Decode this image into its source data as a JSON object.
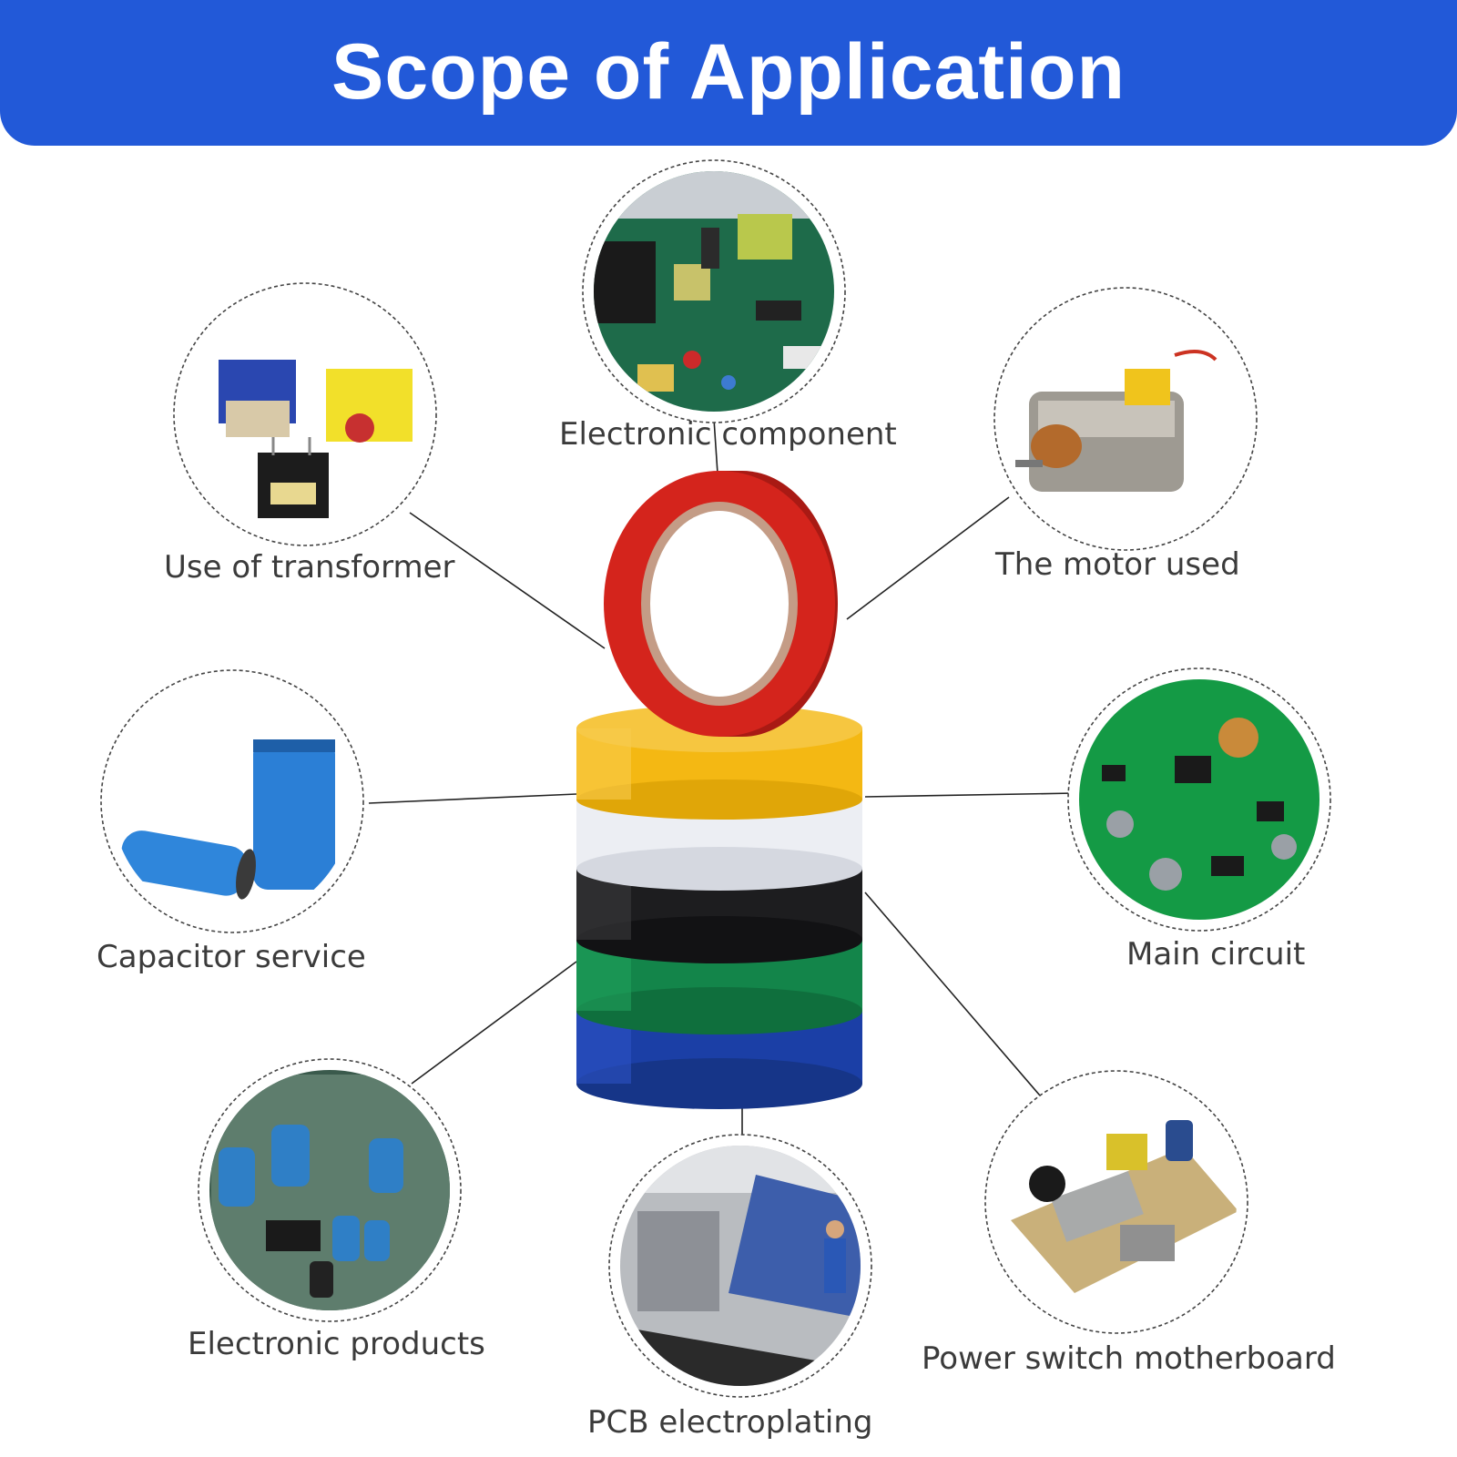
{
  "header": {
    "title": "Scope of Application"
  },
  "applications": [
    {
      "label": "Electronic component",
      "icon": "circuit-board-icon"
    },
    {
      "label": "Use of transformer",
      "icon": "transformer-icon"
    },
    {
      "label": "The motor used",
      "icon": "motor-icon"
    },
    {
      "label": "Capacitor service",
      "icon": "capacitor-icon"
    },
    {
      "label": "Main circuit",
      "icon": "main-circuit-icon"
    },
    {
      "label": "Electronic products",
      "icon": "electronic-products-icon"
    },
    {
      "label": "Power switch motherboard",
      "icon": "power-board-icon"
    },
    {
      "label": "PCB electroplating",
      "icon": "pcb-plating-icon"
    }
  ],
  "tape_colors": [
    "#d4241c",
    "#f4b813",
    "#eceef3",
    "#1d1d1f",
    "#13854a",
    "#1b3fa6"
  ]
}
